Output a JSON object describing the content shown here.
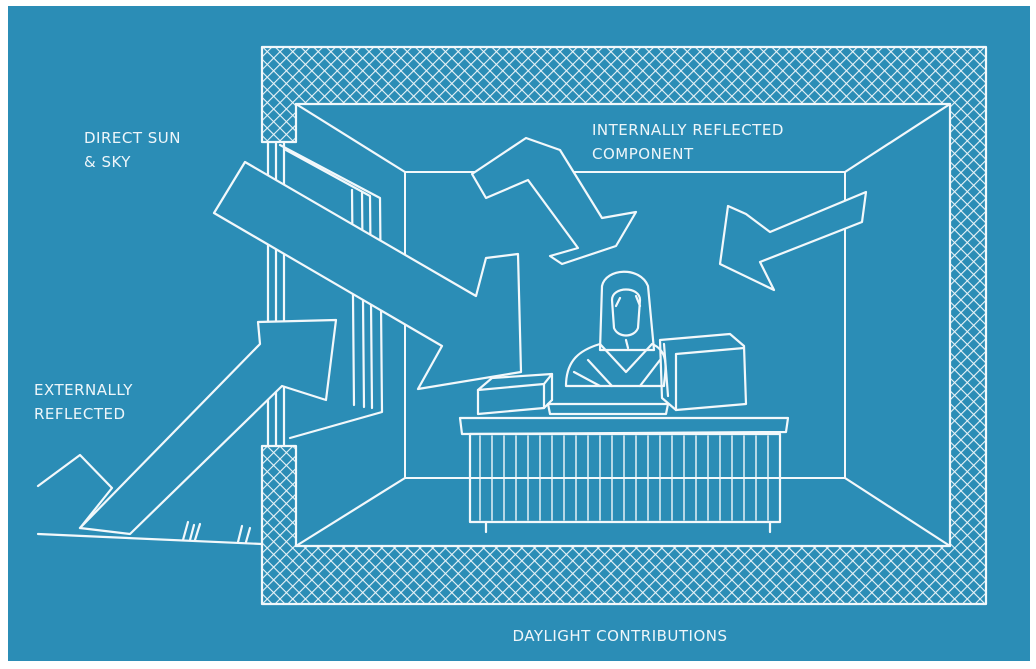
{
  "labels": {
    "direct": [
      "DIRECT SUN",
      "& SKY"
    ],
    "internal": [
      "INTERNALLY REFLECTED",
      "COMPONENT"
    ],
    "external": [
      "EXTERNALLY",
      "REFLECTED"
    ],
    "caption": "DAYLIGHT CONTRIBUTIONS"
  },
  "colors": {
    "background": "#2b8db6",
    "line": "#f2f8fb"
  }
}
